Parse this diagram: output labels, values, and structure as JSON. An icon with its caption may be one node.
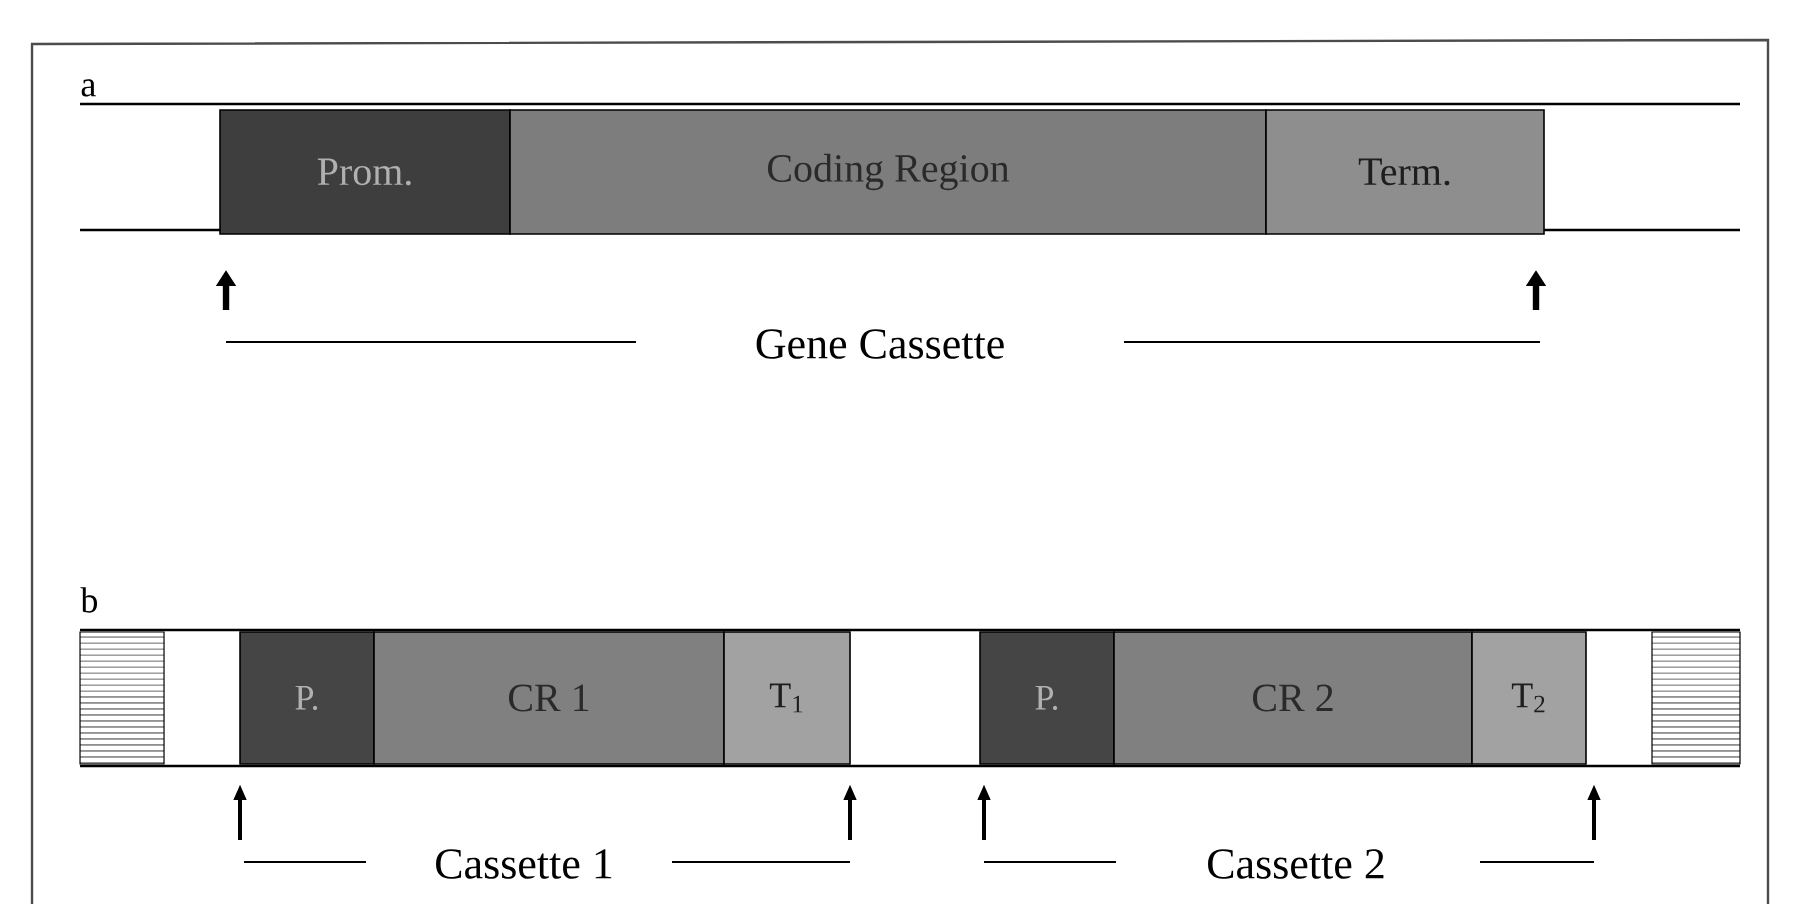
{
  "diagram": {
    "nodes": [
      {
        "text": [
          "Prom."
        ]
      },
      {
        "text": [
          "Coding Region"
        ]
      },
      {
        "text": [
          "Term."
        ]
      },
      {
        "text": [],
        "shape": "box"
      },
      {
        "text": [
          "P."
        ]
      },
      {
        "text": [
          "CR 1"
        ]
      },
      {
        "text": [
          "T$_{1}$"
        ]
      },
      {
        "text": [
          "P."
        ]
      },
      {
        "text": [
          "CR 2"
        ]
      },
      {
        "text": [
          "T$_{2}$"
        ]
      },
      {
        "text": [],
        "shape": "box"
      }
    ],
    "labels": [
      "a",
      "Gene Cassette",
      "b",
      "Cassette 1",
      "Cassette 2"
    ]
  }
}
